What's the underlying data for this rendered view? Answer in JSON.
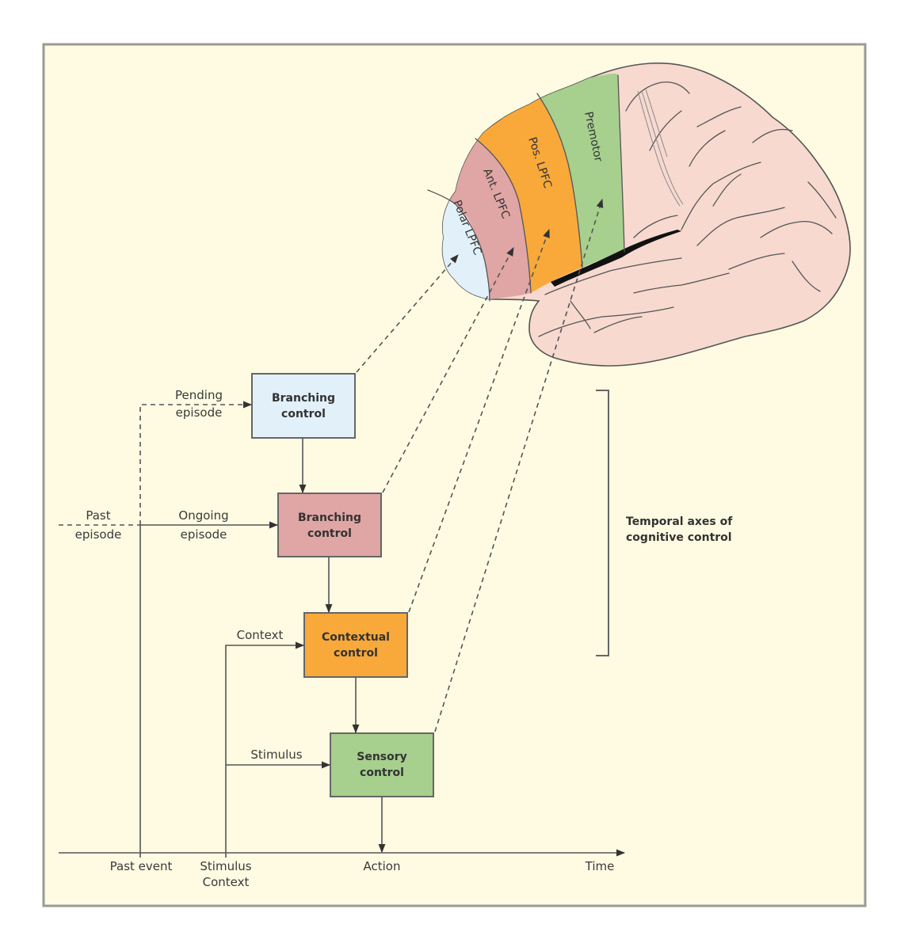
{
  "figure": {
    "title": "Temporal axes of cognitive control",
    "colors": {
      "background": "#fefbe2",
      "frame": "#9a9a94",
      "polar": "#e2f0fa",
      "anterior": "#e0a5a5",
      "posterior": "#f8a93a",
      "premotor": "#a7cf8e",
      "brain": "#f7d9d0",
      "line": "#555555"
    }
  },
  "brain_regions": [
    {
      "id": "polar",
      "label": "Polar LPFC"
    },
    {
      "id": "anterior",
      "label": "Ant. LPFC"
    },
    {
      "id": "posterior",
      "label": "Pos. LPFC"
    },
    {
      "id": "premotor",
      "label": "Premotor"
    }
  ],
  "boxes": [
    {
      "id": "branching-polar",
      "line1": "Branching",
      "line2": "control",
      "region": "polar"
    },
    {
      "id": "branching-anterior",
      "line1": "Branching",
      "line2": "control",
      "region": "anterior"
    },
    {
      "id": "contextual",
      "line1": "Contextual",
      "line2": "control",
      "region": "posterior"
    },
    {
      "id": "sensory",
      "line1": "Sensory",
      "line2": "control",
      "region": "premotor"
    }
  ],
  "inputs": {
    "pending": {
      "line1": "Pending",
      "line2": "episode"
    },
    "past": {
      "line1": "Past",
      "line2": "episode"
    },
    "ongoing": {
      "line1": "Ongoing",
      "line2": "episode"
    },
    "context": "Context",
    "stimulus": "Stimulus"
  },
  "timeline": {
    "past_event": "Past event",
    "stimulus_context_1": "Stimulus",
    "stimulus_context_2": "Context",
    "action": "Action",
    "time": "Time"
  },
  "bracket_label": {
    "line1": "Temporal axes of",
    "line2": "cognitive control"
  }
}
